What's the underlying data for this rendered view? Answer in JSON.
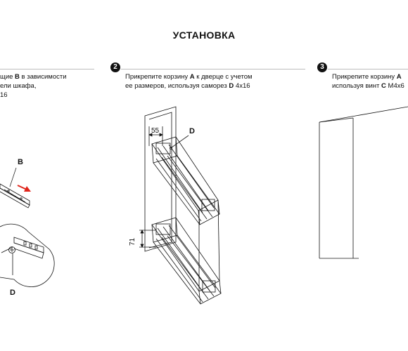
{
  "title": "УСТАНОВКА",
  "steps": [
    {
      "number": "",
      "line1": {
        "pre": "щие ",
        "bold": "B",
        "post": " в зависимости"
      },
      "line2": "ели шкафа,",
      "line3": "16"
    },
    {
      "number": "2",
      "line1": {
        "pre": "Прикрепите корзину ",
        "bold": "A",
        "post": " к дверце с учетом"
      },
      "line2": {
        "pre": "ее размеров, используя саморез ",
        "bold": "D",
        "post": " 4x16"
      }
    },
    {
      "number": "3",
      "line1": {
        "pre": "Прикрепите корзину ",
        "bold": "A",
        "post": ""
      },
      "line2": {
        "pre": "используя винт ",
        "bold": "C",
        "post": " M4x6"
      }
    }
  ],
  "labels": {
    "b": "B",
    "d_left": "D",
    "d_center": "D"
  },
  "dimensions": {
    "width": "55",
    "height": "71"
  },
  "colors": {
    "line": "#111111",
    "rule": "#bdbdbd",
    "arrow": "#e0251b"
  }
}
